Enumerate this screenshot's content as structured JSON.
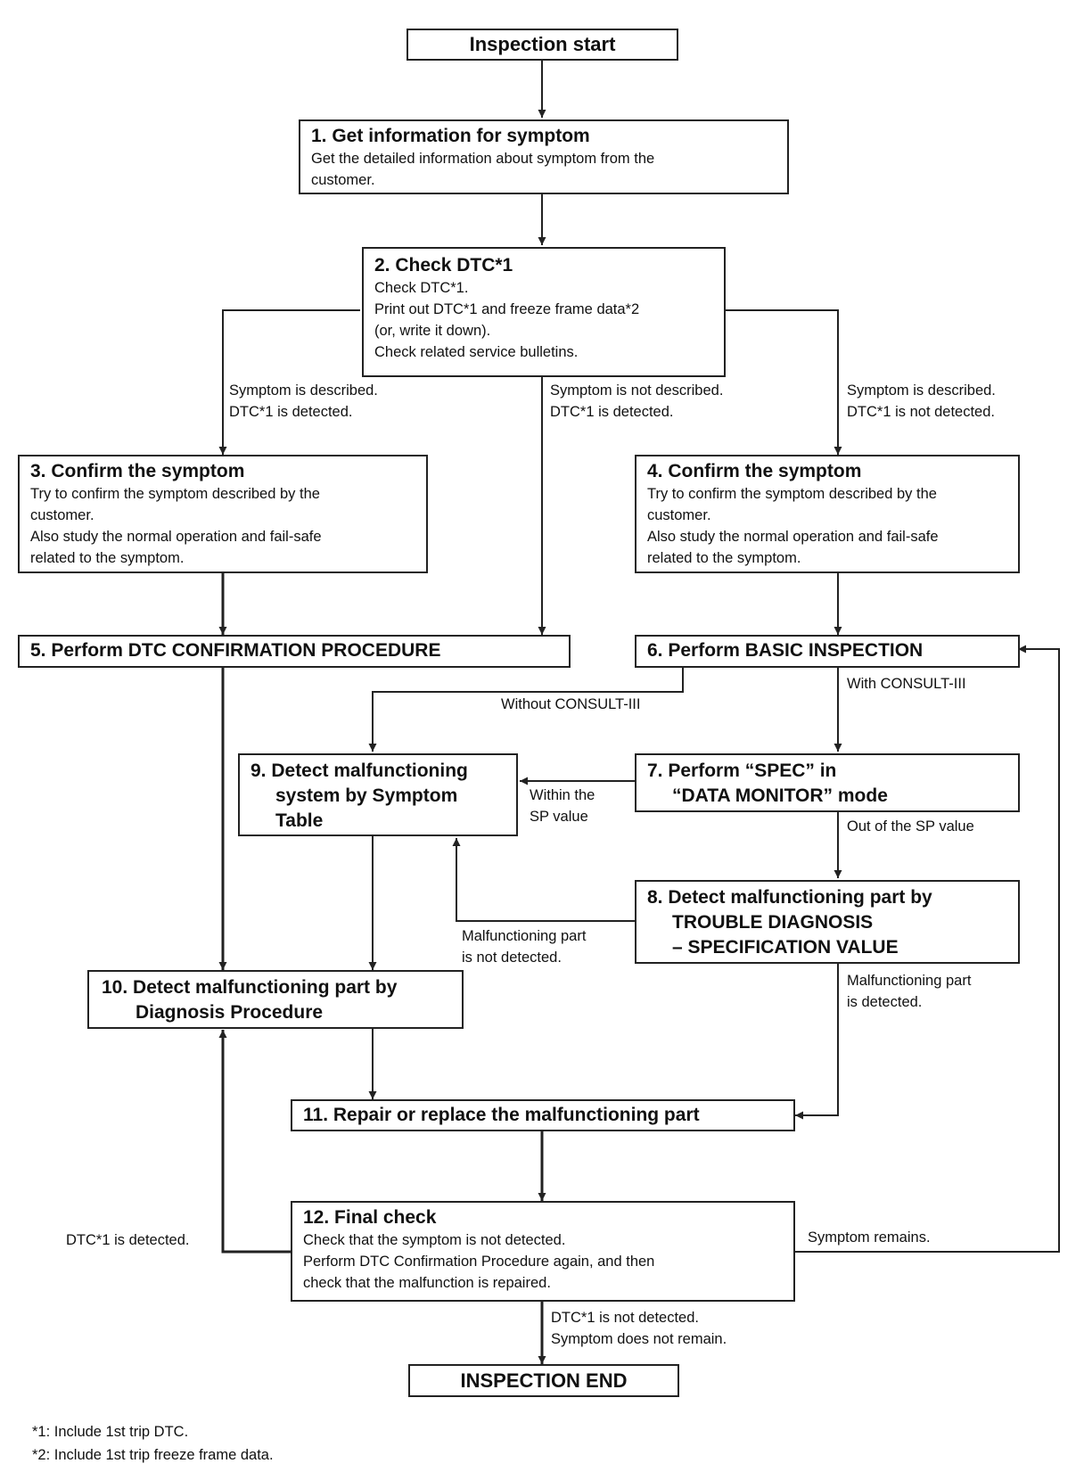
{
  "start": "Inspection start",
  "end": "INSPECTION END",
  "steps": [
    {
      "title": "1. Get information for symptom",
      "lines": [
        "Get the detailed information about symptom from the",
        "customer."
      ]
    },
    {
      "title": "2. Check DTC*1",
      "lines": [
        "Check DTC*1.",
        "Print out DTC*1 and freeze frame data*2",
        "(or, write it down).",
        "Check related service bulletins."
      ]
    },
    {
      "title": "3. Confirm the symptom",
      "lines": [
        "Try to confirm the symptom described by the",
        "customer.",
        "Also study the normal operation and fail-safe",
        "related to the symptom."
      ]
    },
    {
      "title": "4. Confirm the symptom",
      "lines": [
        "Try to confirm the symptom described by the",
        "customer.",
        "Also study the normal operation and fail-safe",
        "related to the symptom."
      ]
    },
    {
      "title": "5. Perform DTC CONFIRMATION PROCEDURE",
      "lines": []
    },
    {
      "title": "6. Perform BASIC INSPECTION",
      "lines": []
    },
    {
      "title": "7. Perform “SPEC” in",
      "title2": "“DATA MONITOR” mode",
      "lines": []
    },
    {
      "title": "8. Detect malfunctioning part by",
      "title2": "TROUBLE DIAGNOSIS",
      "title3": "– SPECIFICATION VALUE",
      "lines": []
    },
    {
      "title": "9. Detect malfunctioning",
      "title2": "system by Symptom",
      "title3": "Table",
      "lines": []
    },
    {
      "title": "10. Detect malfunctioning part by",
      "title2": "Diagnosis Procedure",
      "lines": []
    },
    {
      "title": "11. Repair or replace the malfunctioning part",
      "lines": []
    },
    {
      "title": "12. Final check",
      "lines": [
        "Check that the symptom is not detected.",
        "Perform DTC Confirmation Procedure again, and then",
        "check that the malfunction is repaired."
      ]
    }
  ],
  "labels": {
    "left_branch": [
      "Symptom is described.",
      "DTC*1 is detected."
    ],
    "mid_branch": [
      "Symptom is not described.",
      "DTC*1 is detected."
    ],
    "right_branch": [
      "Symptom is described.",
      "DTC*1 is not detected."
    ],
    "without_consult": "Without CONSULT-III",
    "with_consult": "With CONSULT-III",
    "within_sp": [
      "Within the",
      "SP value"
    ],
    "out_of_sp": "Out of the SP value",
    "not_detected": [
      "Malfunctioning part",
      "is not detected."
    ],
    "detected": [
      "Malfunctioning part",
      "is detected."
    ],
    "dtc_detected": "DTC*1 is detected.",
    "symptom_remains": "Symptom remains.",
    "final_ok": [
      "DTC*1 is not detected.",
      "Symptom does not remain."
    ]
  },
  "footnotes": [
    "*1: Include 1st trip DTC.",
    "*2: Include 1st trip freeze frame data."
  ]
}
